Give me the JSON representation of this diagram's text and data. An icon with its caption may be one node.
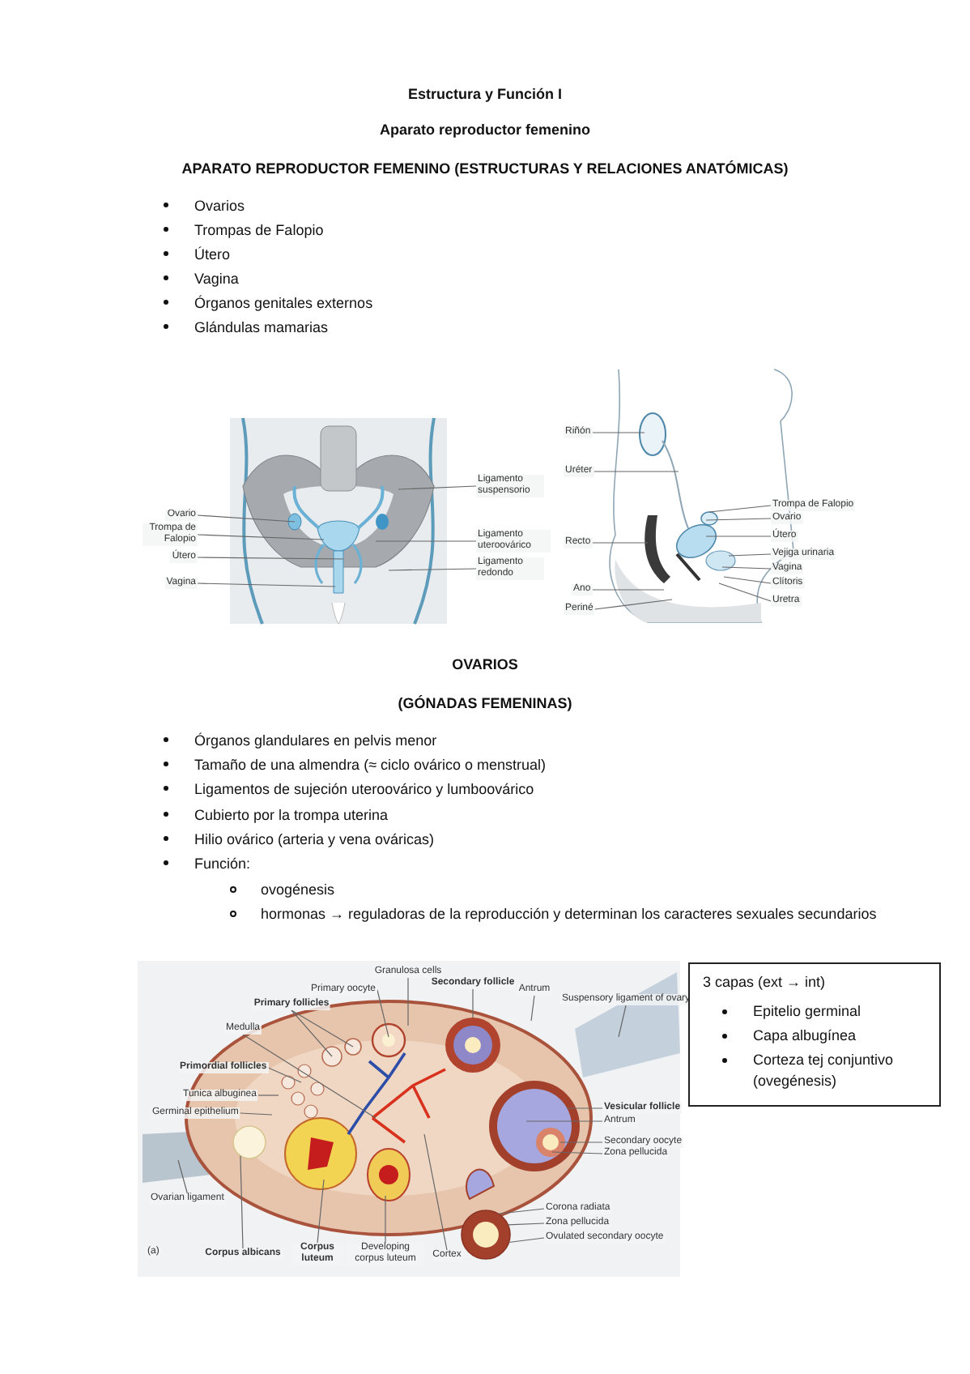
{
  "diagram": {
    "title": "Estructura y Función I",
    "nodes": [
      {
        "text": [
          "Ovario"
        ]
      },
      {
        "text": [
          "Trompa de Falopio"
        ]
      },
      {
        "text": [
          "Útero"
        ]
      },
      {
        "text": [
          "Vagina"
        ]
      },
      {
        "text": [
          "Ligamento suspensorio"
        ]
      },
      {
        "text": [
          "Ligamento uteroovárico"
        ]
      },
      {
        "text": [
          "Ligamento redondo"
        ]
      },
      {
        "text": [
          "Riñón"
        ]
      },
      {
        "text": [
          "Uréter"
        ]
      },
      {
        "text": [
          "Recto"
        ]
      },
      {
        "text": [
          "Ano"
        ]
      },
      {
        "text": [
          "Periné"
        ]
      },
      {
        "text": [
          "Trompa de Falopio"
        ]
      },
      {
        "text": [
          "Ovario"
        ]
      },
      {
        "text": [
          "Útero"
        ]
      },
      {
        "text": [
          "Vejiga urinaria"
        ]
      },
      {
        "text": [
          "Vagina"
        ]
      },
      {
        "text": [
          "Clítoris"
        ]
      },
      {
        "text": [
          "Uretra"
        ]
      },
      {
        "text": [
          "Granulosa cells"
        ]
      },
      {
        "text": [
          "Primary oocyte"
        ]
      },
      {
        "text": [
          "Primary follicles"
        ]
      },
      {
        "text": [
          "Medulla"
        ]
      },
      {
        "text": [
          "Primordial follicles"
        ]
      },
      {
        "text": [
          "Tunica albuginea"
        ]
      },
      {
        "text": [
          "Germinal epithelium"
        ]
      },
      {
        "text": [
          "Ovarian ligament"
        ]
      },
      {
        "text": [
          "Corpus albicans"
        ]
      },
      {
        "text": [
          "Corpus luteum"
        ]
      },
      {
        "text": [
          "Developing corpus luteum"
        ]
      },
      {
        "text": [
          "Cortex"
        ]
      },
      {
        "text": [
          "Secondary follicle"
        ]
      },
      {
        "text": [
          "Antrum"
        ]
      },
      {
        "text": [
          "Suspensory ligament of ovary"
        ]
      },
      {
        "text": [
          "Vesicular follicle"
        ]
      },
      {
        "text": [
          "Antrum"
        ]
      },
      {
        "text": [
          "Secondary oocyte"
        ]
      },
      {
        "text": [
          "Zona pellucida"
        ]
      },
      {
        "text": [
          "Corona radiata"
        ]
      },
      {
        "text": [
          "Zona pellucida"
        ]
      },
      {
        "text": [
          "Ovulated secondary oocyte"
        ]
      },
      {
        "text": [
          "3 capas (ext → int)",
          "Epitelio germinal",
          "Capa albugínea",
          "Corteza tej conjuntivo (ovegénesis)"
        ]
      },
      {
        "text": [],
        "shape": "circle"
      },
      {
        "text": [],
        "shape": "circle"
      }
    ],
    "edges": [
      {
        "from": 0,
        "to": null,
        "arrow": "none"
      },
      {
        "from": 1,
        "to": null,
        "arrow": "none"
      },
      {
        "from": 2,
        "to": null,
        "arrow": "none"
      },
      {
        "from": 3,
        "to": null,
        "arrow": "none"
      },
      {
        "from": 4,
        "to": null,
        "arrow": "none"
      },
      {
        "from": 5,
        "to": null,
        "arrow": "none"
      },
      {
        "from": 6,
        "to": null,
        "arrow": "none"
      },
      {
        "from": 7,
        "to": null,
        "arrow": "none"
      },
      {
        "from": 8,
        "to": null,
        "arrow": "none"
      },
      {
        "from": 9,
        "to": null,
        "arrow": "none"
      },
      {
        "from": 10,
        "to": null,
        "arrow": "none"
      },
      {
        "from": 11,
        "to": null,
        "arrow": "none"
      },
      {
        "from": 12,
        "to": null,
        "arrow": "none"
      },
      {
        "from": 13,
        "to": null,
        "arrow": "none"
      },
      {
        "from": 14,
        "to": null,
        "arrow": "none"
      },
      {
        "from": 15,
        "to": null,
        "arrow": "none"
      },
      {
        "from": 16,
        "to": null,
        "arrow": "none"
      },
      {
        "from": 17,
        "to": null,
        "arrow": "none"
      },
      {
        "from": 18,
        "to": null,
        "arrow": "none"
      },
      {
        "from": 19,
        "to": null,
        "arrow": "none"
      },
      {
        "from": 20,
        "to": null,
        "arrow": "none"
      },
      {
        "from": 21,
        "to": null,
        "arrow": "none"
      },
      {
        "from": 21,
        "to": null,
        "arrow": "none"
      },
      {
        "from": 22,
        "to": null,
        "arrow": "none"
      },
      {
        "from": 23,
        "to": null,
        "arrow": "none"
      },
      {
        "from": 24,
        "to": null,
        "arrow": "none"
      },
      {
        "from": 25,
        "to": null,
        "arrow": "none"
      },
      {
        "from": 26,
        "to": null,
        "arrow": "none"
      },
      {
        "from": 27,
        "to": 42,
        "arrow": "none"
      },
      {
        "from": 28,
        "to": null,
        "arrow": "none"
      },
      {
        "from": 29,
        "to": null,
        "arrow": "none"
      },
      {
        "from": 30,
        "to": null,
        "arrow": "none"
      },
      {
        "from": 31,
        "to": null,
        "arrow": "none"
      },
      {
        "from": 32,
        "to": null,
        "arrow": "none"
      },
      {
        "from": 33,
        "to": null,
        "arrow": "none"
      },
      {
        "from": 34,
        "to": null,
        "arrow": "none"
      },
      {
        "from": 35,
        "to": null,
        "arrow": "none"
      },
      {
        "from": 36,
        "to": null,
        "arrow": "none"
      },
      {
        "from": 37,
        "to": null,
        "arrow": "none"
      },
      {
        "from": 38,
        "to": 43,
        "arrow": "none"
      },
      {
        "from": 39,
        "to": 43,
        "arrow": "none"
      },
      {
        "from": 40,
        "to": 43,
        "arrow": "none"
      }
    ],
    "labels": [
      "Aparato reproductor femenino",
      "APARATO REPRODUCTOR FEMENINO (ESTRUCTURAS Y RELACIONES ANATÓMICAS)",
      "Ovarios",
      "Trompas de Falopio",
      "Útero",
      "Vagina",
      "Órganos genitales externos",
      "Glándulas mamarias",
      "OVARIOS",
      "(GÓNADAS FEMENINAS)",
      "Órganos glandulares en pelvis menor",
      "Tamaño de una almendra (≈ ciclo ovárico o menstrual)",
      "Ligamentos de sujeción uteroovárico y lumboovárico",
      "Cubierto por la trompa uterina",
      "Hilio ovárico (arteria y vena ováricas)",
      "Función:",
      "ovogénesis",
      "hormonas → reguladoras de la reproducción y determinan los caracteres sexuales secundarios",
      "(a)"
    ]
  }
}
